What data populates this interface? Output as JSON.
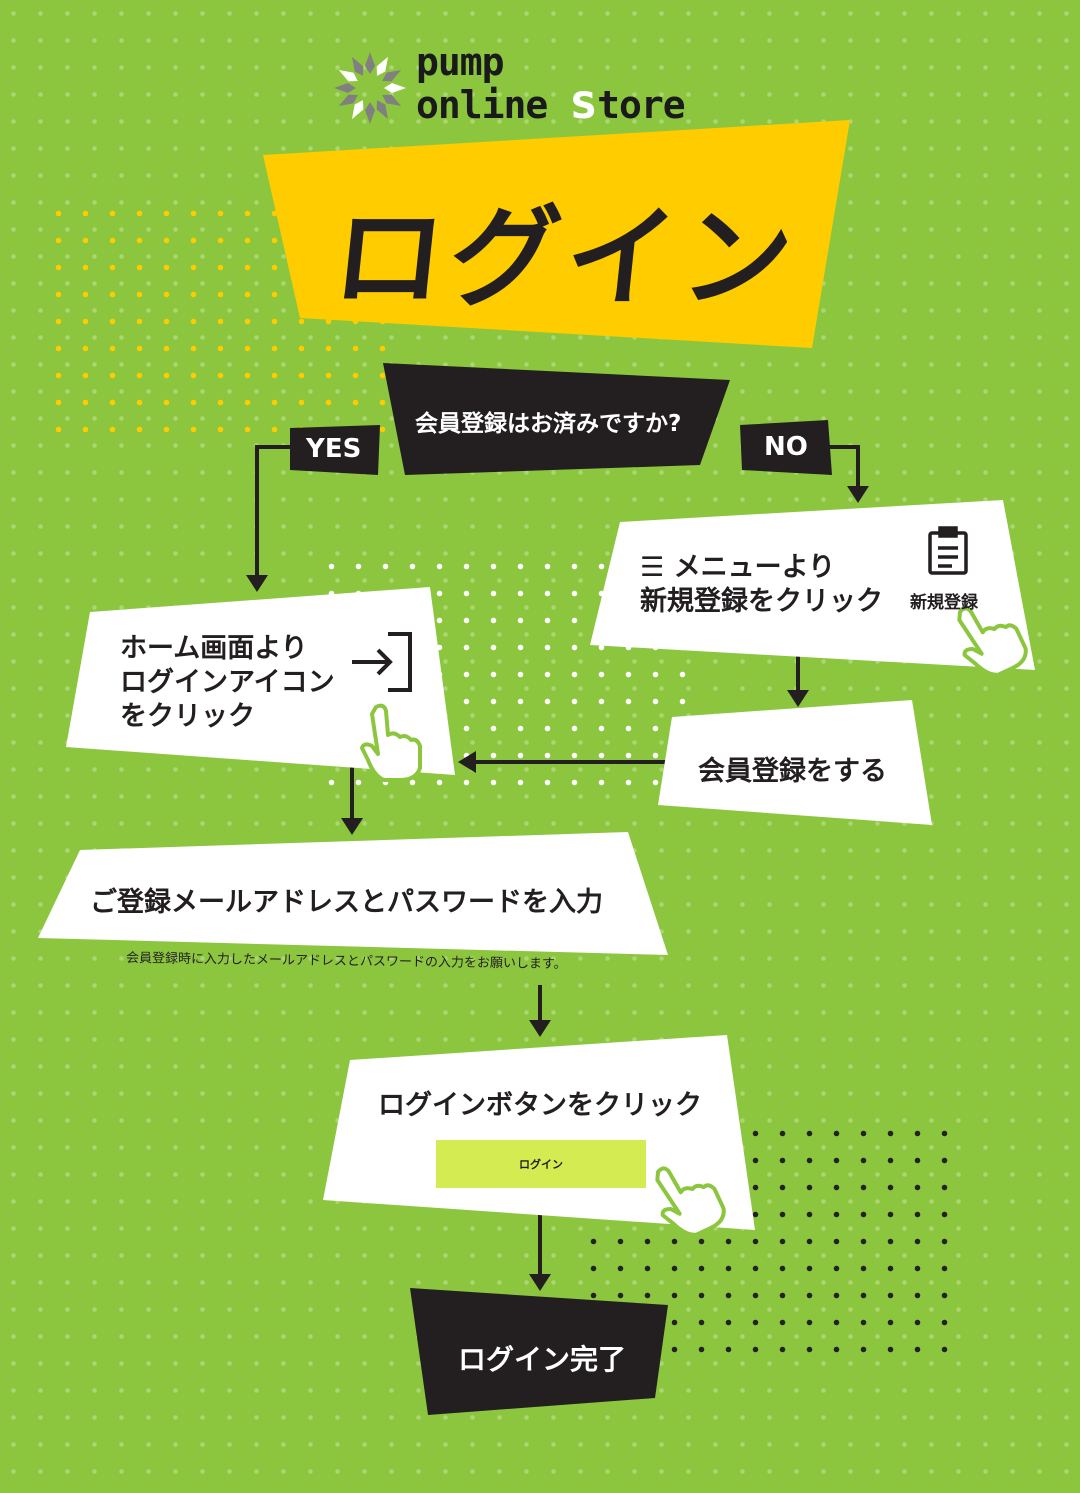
{
  "logo": {
    "line1": "pump",
    "line2": "online",
    "store_s": "s",
    "store_rest": "tore"
  },
  "title": "ログイン",
  "question": "会員登録はお済みですか?",
  "yes_label": "YES",
  "no_label": "NO",
  "step_yes": {
    "lines": [
      "ホーム画面より",
      "ログインアイコン",
      "をクリック"
    ]
  },
  "step_no": {
    "menu_icon": "hamburger-icon",
    "lines": [
      "メニューより",
      "新規登録をクリック"
    ],
    "icon_label": "新規登録"
  },
  "step_register": "会員登録をする",
  "step_input": {
    "title": "ご登録メールアドレスとパスワードを入力",
    "note": "会員登録時に入力したメールアドレスとパスワードの入力をお願いします。"
  },
  "step_button": {
    "title": "ログインボタンをクリック",
    "button_label": "ログイン"
  },
  "step_done": "ログイン完了",
  "colors": {
    "background": "#8cc63f",
    "accent": "#ffcc00",
    "dark": "#231f20",
    "button": "#d4ec52"
  }
}
